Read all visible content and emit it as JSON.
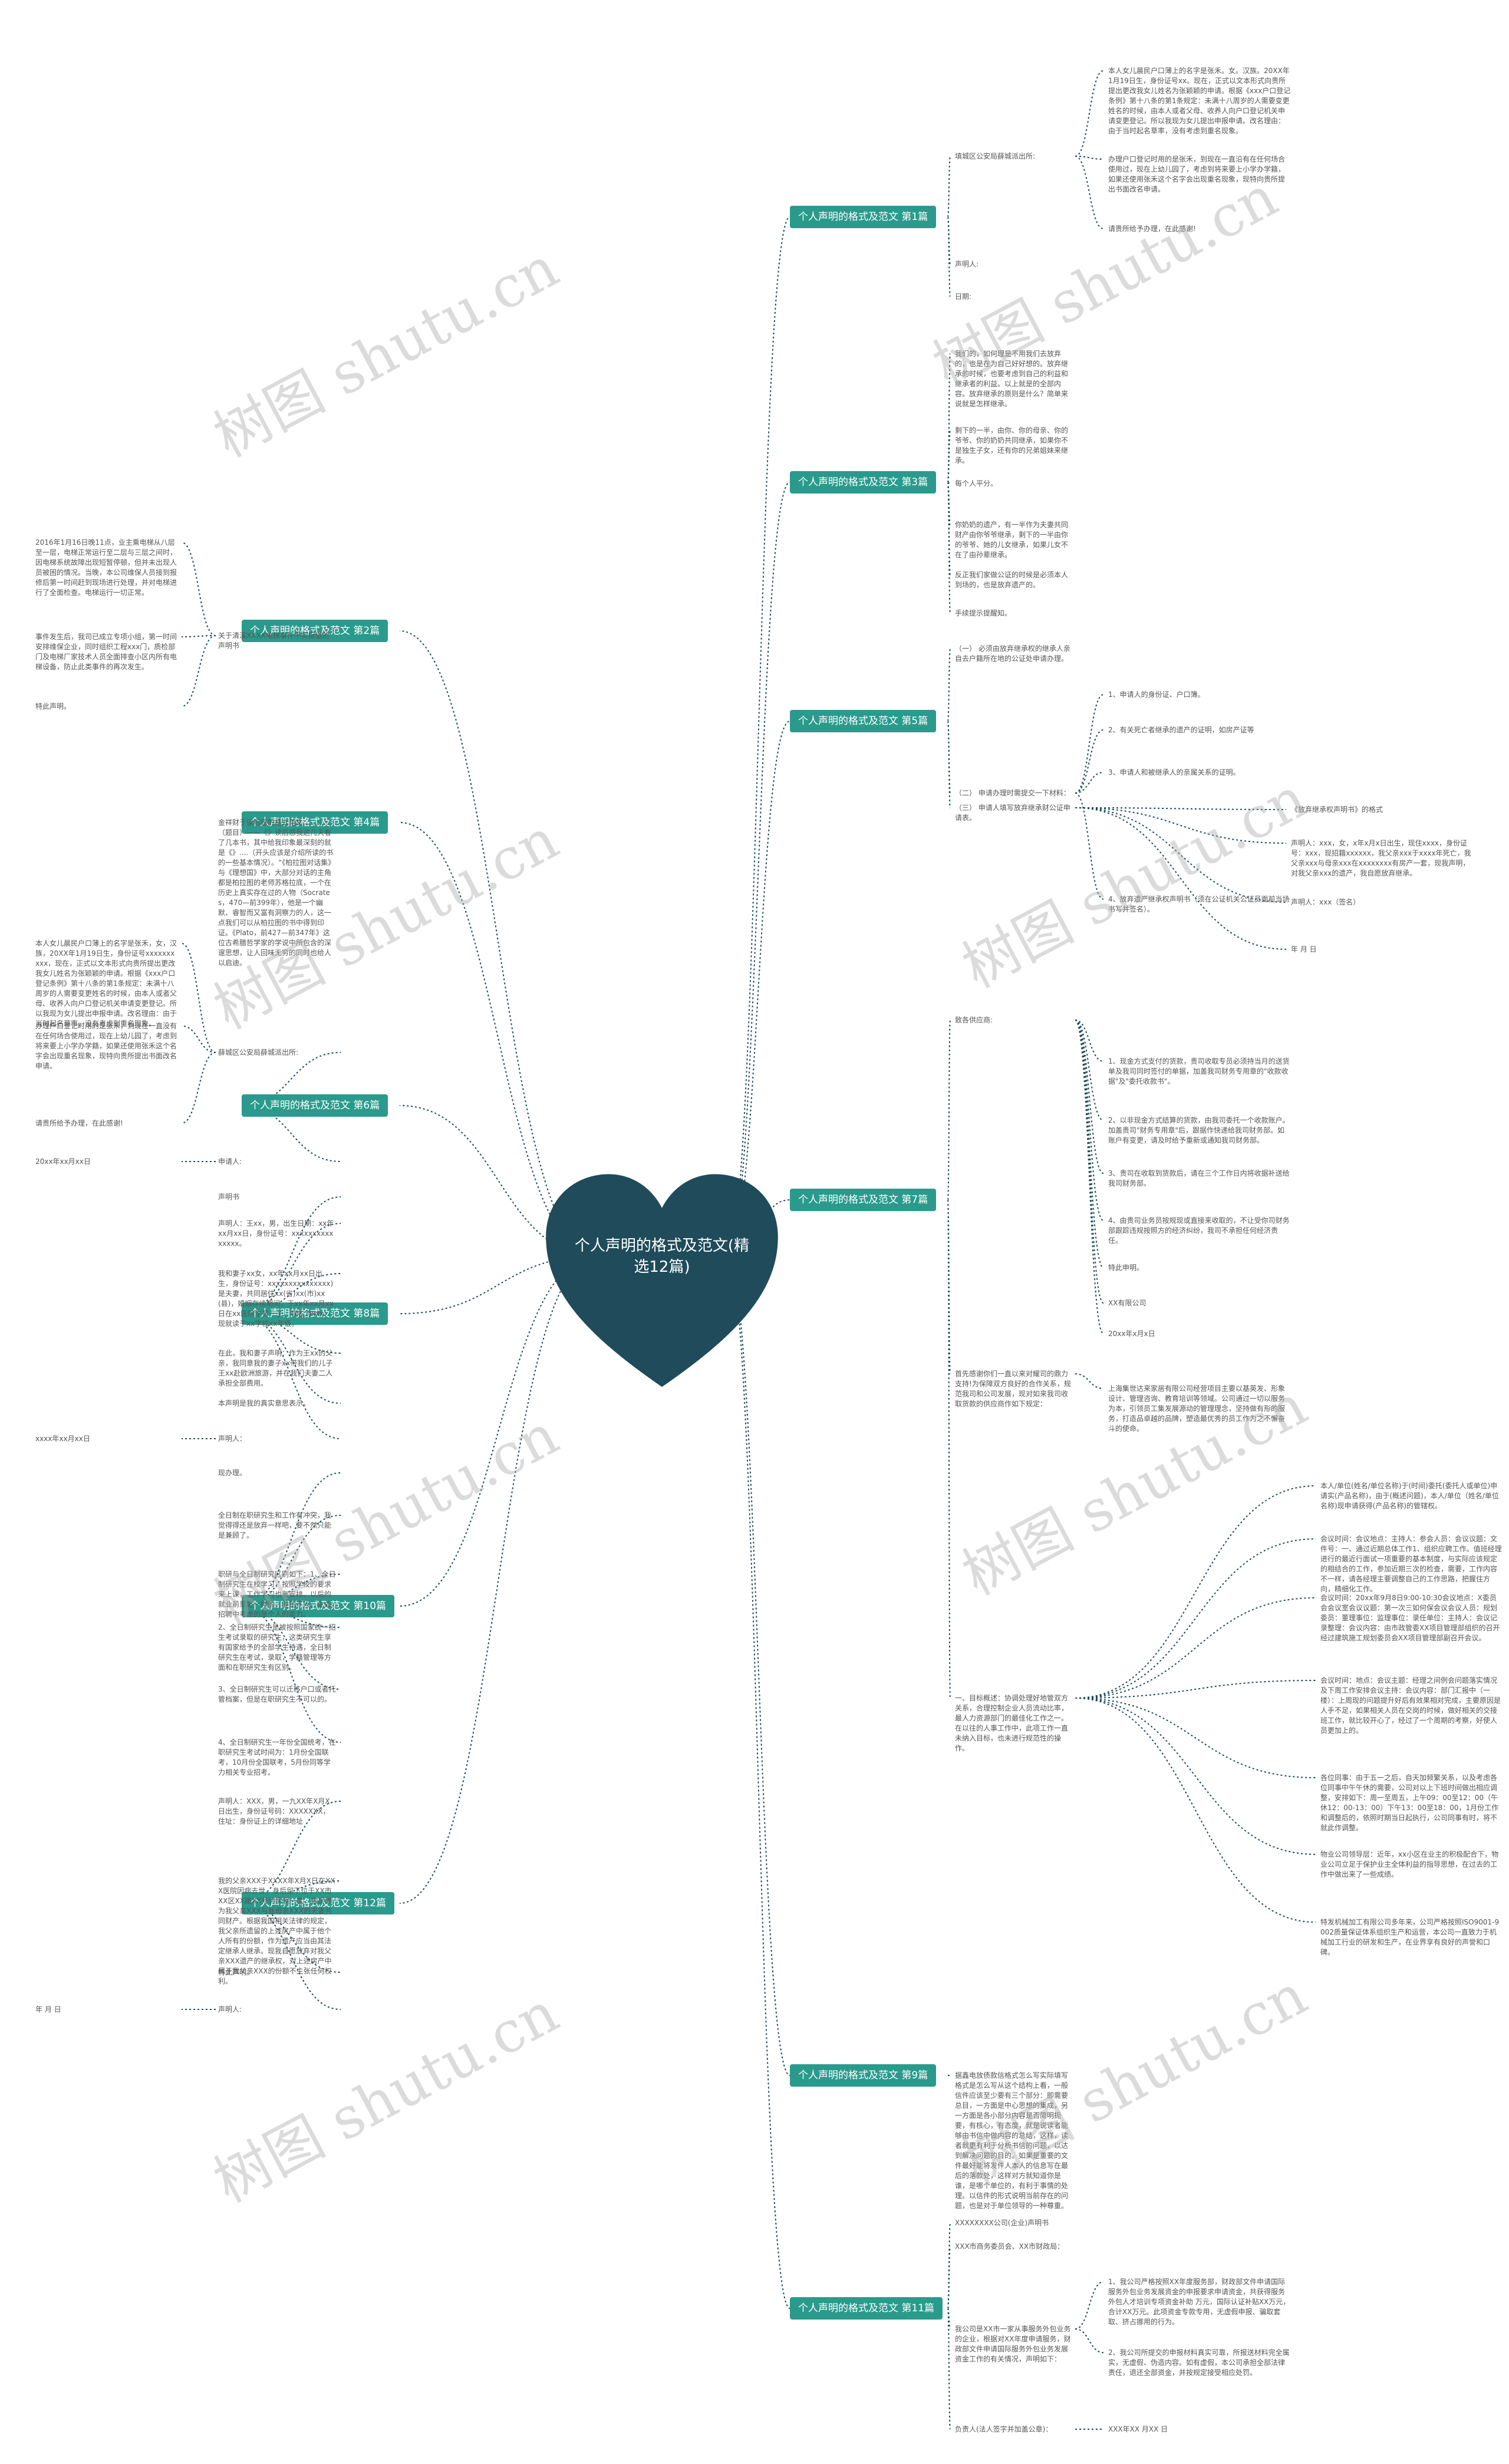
{
  "center": {
    "title": "个人声明的格式及范文(精选12篇)"
  },
  "colors": {
    "topic": "#2a9a8c",
    "center": "#1f4b5a",
    "line": "#1f4b5a",
    "text": "#555555"
  },
  "watermark": "树图 shutu.cn",
  "nodes": [
    {
      "id": "p1",
      "label": "个人声明的格式及范文 第1篇",
      "side": "right",
      "branches": [
        {
          "text": "填城区公安局薛城派出所:",
          "leaves": [
            "本人女儿晨民户口薄上的名字是张禾。女。汉族。20XX年1月19日生，身份证号xx。现在，正式以文本形式向贵所提出更改我女儿姓名为张颖颖的申请。根据《xxx户口登记条例》第十八条的第1条规定：未满十八周岁的人需要变更姓名的时候，由本人或者父母、收养人向户口登记机关申请变更登记。所以我现为女儿提出申报申请。改名理由：由于当时起名草率，没有考虑到重名现象。",
            "办理户口登记时用的是张禾，到现在一直沿有在任何场合使用过，现在上幼儿园了，考虑到将来要上小学办学籍，如果还使用张禾这个名字会出现重名现象，现特向贵所提出书面改名申请。",
            "请贵所给予办理，在此感谢!"
          ]
        },
        {
          "text": "声明人:",
          "leaves": []
        },
        {
          "text": "日期:",
          "leaves": []
        }
      ]
    },
    {
      "id": "p3",
      "label": "个人声明的格式及范文 第3篇",
      "side": "right",
      "branches": [
        {
          "text": "我们的，如何理是不用我们去放弃的，也是在为自己好好想的。放弃继承的时候，也要考虑到自己的利益和继承者的利益。以上就是的全部内容。放弃继承的原则是什么？简单来说就是怎样继承。",
          "leaves": []
        },
        {
          "text": "剩下的一半，由你、你的母亲、你的爷爷、你的奶奶共同继承，如果你不是独生子女，还有你的兄弟姐妹来继承。",
          "leaves": []
        },
        {
          "text": "每个人平分。",
          "leaves": []
        },
        {
          "text": "你奶奶的遗产，有一半作为夫妻共同财产由你爷爷继承，剩下的一半由你的爷爷、她的儿女继承，如果儿女不在了由孙辈继承。",
          "leaves": []
        },
        {
          "text": "反正我们家做公证的时候是必须本人到场的，也是放弃遗产的。",
          "leaves": []
        },
        {
          "text": "手续提示提醒知。",
          "leaves": []
        }
      ]
    },
    {
      "id": "p5",
      "label": "个人声明的格式及范文 第5篇",
      "side": "right",
      "branches": [
        {
          "text": "（一） 必须由放弃继承权的继承人亲自去户籍所在地的公证处申请办理。",
          "leaves": []
        },
        {
          "text": "（二） 申请办理时需提交一下材料：",
          "leaves": [
            "1、申请人的身份证、户口簿。",
            "2、有关死亡者继承的遗产的证明，如房产证等",
            "3、申请人和被继承人的亲属关系的证明。",
            "4、放弃遗产继承权声明书（须在公证机关公证员面前当场书写并签名）。"
          ]
        },
        {
          "text": "（三） 申请人填写放弃继承财公证申请表。",
          "leaves": [
            "《放弃继承权声明书》的格式",
            "声明人：xxx，女，x年x月x日出生，现住xxxx，身份证号：xxx，现招籍xxxxxx，我父亲xxx于xxxx年死亡，我父亲xxx与母亲xxx在xxxxxxxx有房产一套，现我声明，对我父亲xxx的遗产，我自愿放弃继承。",
            "声明人：xxx（签名）",
            "年 月 日"
          ]
        }
      ]
    },
    {
      "id": "p7",
      "label": "个人声明的格式及范文 第7篇",
      "side": "right",
      "branches": [
        {
          "text": "致各供应商:",
          "leaves": [
            "1、现金方式支付的货款，贵司收取专员必须持当月的送货单及我司同时签付的单据，加盖我司财务专用章的\"收款收据\"及\"委托收款书\"。",
            "2、以非现金方式结算的货款，由我司委托一个收款账户。加盖贵司\"财务专用章\"后，跟据作快递给我司财务部。如账户有变更，请及时给予重新或通知我司财务部。",
            "3、贵司在收取到货款后，请在三个工作日内将收据补送给我司财务部。",
            "4、由贵司业务员按规现或直接来收取的，不让受你司财务部跟踪违规按照方的经济纠纷，我司不承担任何经济责任。",
            "特此申明。",
            "XX有限公司",
            "20xx年x月x日"
          ]
        },
        {
          "text": "首先感谢你们一直以来对耀司的鼎力支持!为保障双方良好的合作关系，规范我司和公司发展，现对如来我司收取货款的供应商作如下规定：",
          "leaves": [
            "上海集世达来家居有限公司经营项目主要以基英发、形象设计、管理咨询、教育培训等领域。公司通过一切以服务为本，引领员工集发展源动的管理理念，坚持做有形的服务，打造品卓越的品牌，塑造最优秀的员工作为之不懈奋斗的使命。"
          ]
        },
        {
          "text": "一、目标概述：协调处理好地管双方关系，合理控制企业人员流动比率，最人力资源部门的最佳化工作之一。在以往的人事工作中，此项工作一直未纳入目标，也未进行规范性的操作。",
          "leaves": [
            "本人/单位(姓名/单位名称)于(时间)委托(委托人或单位)申请实(产品名称)，由于(概述问题)，本人/单位（姓名/单位名称)现申请获得(产品名称)的管辖权。",
            "会议时间：会议地点：主持人：参会人员：会议议题：文件号：一、通过近期总体工作1、组织应聘工作。值班经理进行的最近行面试一项重要的基本制度，与实际应该规定的相结合的工作，参加近期三次的检查，需要，工作内容不一样，请各经理主要调整自己的工作思路，把握住方向，精细化工作。",
            "会议时间：20xx年9月8日9:00-10:30会议地点：X委员会会议室会议议题：第一次三如何保会议会议人员：规划委员：董理事位：监理事位：录任单位：主持人：会议记录整理：会议内容：由市政管委XX项目管理部组织的召开经过建筑施工规划委员会XX项目管理部副召开会议。",
            "会议时间：地点：会议主题：经理之间例会问题落实情况及下周工作安排会议主持：会议内容：部门汇报中（一楼）：上周现的问题提升好后有效果相对完成，主要原因是人手不足，如果相关人员在交岗的时候，做好相关的交接班工作，就比较开心了，经过了一个周期的考察，好使人员更加上的。",
            "各位同事：由于五一之后，自天加频繁关系，以及考虑各位同事中午午休的需要，公司对以上下班时间做出相应调整，安排如下：周一至周五，上午09：00至12：00（午休12：00-13：00）下午13：00至18：00，1月份工作和调整后的，依照时期当日起执行，公司同事有时，将不就此作调整。",
            "物业公司领导层：近年，xx小区在业主的积极配合下，物业公司立足于保护业主全体利益的指导思想，在过去的工作中做出来了一些成绩。",
            "特发机械加工有限公司多年来，公司严格按照ISO9001-9002质量保证体系组织生产和运营，本公司一直致力于机械加工行业的研发和生产，在业界享有良好的声誉和口碑。"
          ]
        }
      ]
    },
    {
      "id": "p9",
      "label": "个人声明的格式及范文 第9篇",
      "side": "right",
      "branches": [
        {
          "text": "据鑫电放债款信格式怎么写实际填写格式是怎么写从这个结构上看，一般信件应该至少要有三个部分：即需要总目，一方面是中心思想的集成，另一方面是各小部分内容是否简明扼要，有核心，有态度，就是说读者能够由书信中做内容的总结，这样，读者就更有利于分析书信的问题，以达到解决问题的目的。如果是重要的文件最好能将发件人本人的信息写在最后的落款处，这样对方就知道你是谁，是哪个单位的，有利于事情的处理。以信件的形式说明当前存在的问题，也是对于单位领导的一种尊重。",
          "leaves": []
        }
      ]
    },
    {
      "id": "p11",
      "label": "个人声明的格式及范文 第11篇",
      "side": "right",
      "branches": [
        {
          "text": "XXXXXXXX公司(企业)声明书",
          "leaves": []
        },
        {
          "text": "XXX市商务委员会、XX市财政局：",
          "leaves": []
        },
        {
          "text": "我公司是XX市一家从事服务外包业务的企业，根据对XX年度申请服务，财政部文件申请国际服务外包业务发展资金工作的有关情况，声明如下：",
          "leaves": [
            "1、我公司严格按照XX年度服务部，财政部文件申请国际服务外包业务发展资金的申报要求申请资金，共获得服务外包人才培训专项资金补助 万元，国际认证补贴XX万元，合计XX万元。此项资金专款专用，无虚假申报、骗取套取、挤占挪用的行为。",
            "2、我公司所提交的申报材料真实可靠，所报送材料完全属实，无虚假、伪造内容。如有虚假，本公司承担全部法律责任，退还全部资金，并按规定接受相应处罚。"
          ]
        },
        {
          "text": "负责人(法人签字并加盖公章)：",
          "leaves": [
            "XXX年XX 月XX 日"
          ]
        }
      ]
    },
    {
      "id": "p2",
      "label": "个人声明的格式及范文 第2篇",
      "side": "left",
      "branches": [
        {
          "text": "关于清溪XXXX电梯事件不实报道的声明书",
          "leaves": [
            "2016年1月16日晚11点，业主乘电梯从八层至一层，电梯正常运行至二层与三层之间时，因电梯系统故障出现短暂停顿，但并未出现人员被困的情况。当晚，本公司维保人员接到报修后第一时间赶到现场进行处理，并对电梯进行了全面检查。电梯运行一切正常。",
            "事件发生后，我司已成立专项小组，第一时间安排维保企业，同时组织工程xxx门，质检部门及电梯厂家技术人员全面排查小区内所有电梯设备，防止此类事件的再次发生。",
            "特此声明。"
          ]
        }
      ]
    },
    {
      "id": "p4",
      "label": "个人声明的格式及范文 第4篇",
      "side": "left",
      "branches": [
        {
          "text": "金祥财于读后感的格式范文.............（题目）——《》读后感我这几天看了几本书，其中给我印象最深刻的就是《》....（开头应该是介绍所读的书的一些基本情况）。“《柏拉图对话集》与《理想国》中，大部分对话的主角都是柏拉图的老师苏格拉底，一个在历史上真实存在过的人物（Socrates，470—前399年），他是一个幽默、睿智而又富有洞察力的人，这一点我们可以从柏拉图的书中得到印证。《Plato，前427—前347年》这位古希腊哲学家的学说中所包含的深邃思想，让人回味无穷的同时也给人以启迪。",
          "leaves": []
        }
      ]
    },
    {
      "id": "p6",
      "label": "个人声明的格式及范文 第6篇",
      "side": "left",
      "branches": [
        {
          "text": "薛城区公安局薛城派出所:",
          "leaves": [
            "本人女儿晨民户口薄上的名字是张禾，女，汉族，20XX年1月19日生，身份证号xxxxxxxxxx，现在，正式以文本形式向贵所提出更改我女儿姓名为张颖颖的申请。根据《xxx户口登记条例》第十八条的第1条规定：未满十八周岁的人需要变更姓名的时候，由本人或者父母、收养人向户口登记机关申请变更登记。所以我现为女儿提出申报申请。改名理由：由于当时起名草率，没有考虑到重名现象。",
            "办理户口登记时用的是张禾，到现在一直没有在任何场合使用过，现在上幼儿园了，考虑到将来要上小学办学籍，如果还使用张禾这个名字会出现重名现象，现特向贵所提出书面改名申请。",
            "请贵所给予办理，在此感谢!"
          ]
        },
        {
          "text": "申请人:",
          "leaves": [
            "20xx年xx月xx日"
          ]
        }
      ]
    },
    {
      "id": "p8",
      "label": "个人声明的格式及范文 第8篇",
      "side": "left",
      "branches": [
        {
          "text": "声明书",
          "leaves": []
        },
        {
          "text": "声明人：王xx，男，出生日期：xx年xx月xx日，身份证号：xxxxxxxxxxxxxxx。",
          "leaves": []
        },
        {
          "text": "我和妻子xx女，xx年xx月xx日出生，身份证号：xxxxxxxxxxxxxxx)是夫妻，共同居住xx(省)xx(市)xx(县)，婚姻存续期间，于xx年xx月xx日在xx医院生育一子，取名为xxx，现就读于xx学校xx年级。",
          "leaves": []
        },
        {
          "text": "在此，我和妻子声明：作为王xx的父亲，我同意我的妻子xx带我们的儿子王xx赴欧洲旅游，并在我们夫妻二人承担全部费用。",
          "leaves": []
        },
        {
          "text": "本声明是我的真实意思表示。",
          "leaves": []
        },
        {
          "text": "声明人：",
          "leaves": [
            "xxxx年xx月xx日"
          ]
        }
      ]
    },
    {
      "id": "p10",
      "label": "个人声明的格式及范文 第10篇",
      "side": "left",
      "branches": [
        {
          "text": "现办理。",
          "leaves": []
        },
        {
          "text": "全日制在职研究生和工作有冲突，我觉得得还是放弃一样吧，要不然只能是兼顾了。",
          "leaves": []
        },
        {
          "text": "职研与全日制研究区别如下：1、全日制研究生在校学习，按照学校的要求来上课，工作学习也有安排。以后的就业前景是一样的，差别不大，企业招聘中考虑的是个人的能力。",
          "leaves": []
        },
        {
          "text": "2、全日制研究生是被按照国家统一招生考试录取的研究生，这类研究生享有国家给予的全部学生待遇，全日制研究生在考试，录取，学籍管理等方面和在职研究生有区别。",
          "leaves": []
        },
        {
          "text": "3、全日制研究生可以迁移户口或者托管档案，但是在职研究生不可以的。",
          "leaves": []
        },
        {
          "text": "4、全日制研究生一年份全国统考，在职研究生考试时间为：1月份全国联考，10月份全国联考，5月份同等学力相关专业招考。",
          "leaves": []
        }
      ]
    },
    {
      "id": "p12",
      "label": "个人声明的格式及范文 第12篇",
      "side": "left",
      "branches": [
        {
          "text": "声明人：XXX，男，一九XX年X月X日出生，身份证号码：XXXXXXX，住址：身份证上的详细地址",
          "leaves": []
        },
        {
          "text": "我的父亲XXX于XXXX年X月X日在XXX医院因病去世，身后留下位于XX市XX区XX路XX号的房屋一套，该房屋为我父亲XXX与我母亲XXX的夫妻共同财产。根据我国相关法律的规定，我父亲所遗留的上述房产中属于他个人所有的份额，作为遗产应当由其法定继承人继承。现我自愿放弃对我父亲XXX遗产的继承权，对上述房产中属于我父亲XXX的份额不主张任何权利。",
          "leaves": []
        },
        {
          "text": "特此声明。",
          "leaves": []
        },
        {
          "text": "声明人:",
          "leaves": [
            "年 月 日"
          ]
        }
      ]
    }
  ]
}
